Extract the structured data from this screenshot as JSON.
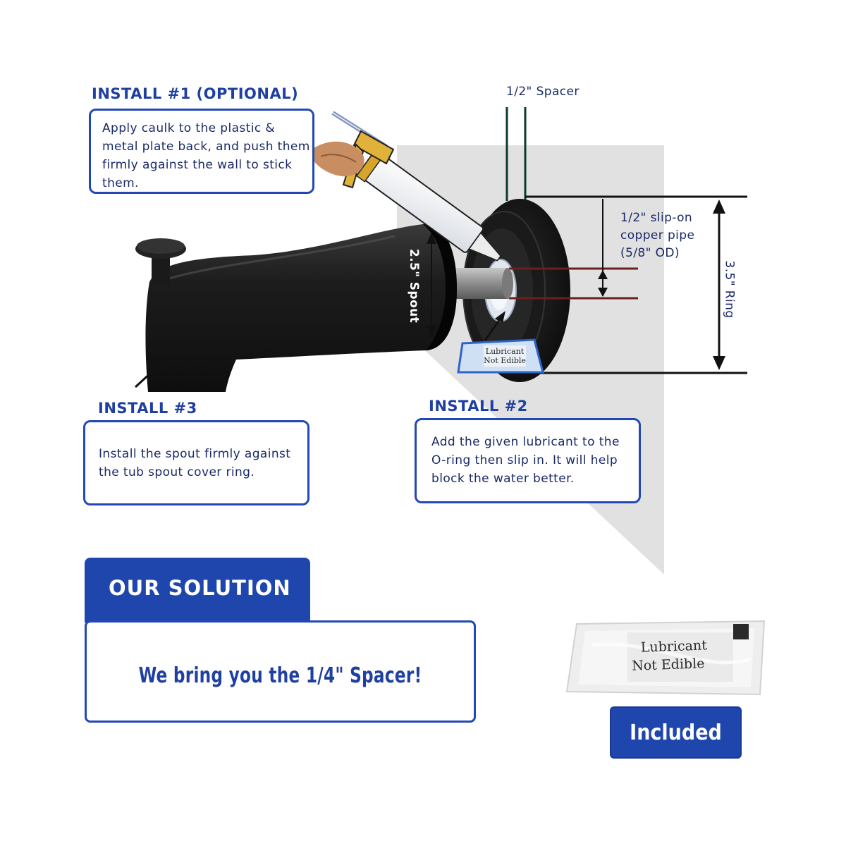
{
  "install1": {
    "heading": "INSTALL #1 (OPTIONAL)",
    "lines": [
      "Apply caulk to the plastic &",
      "metal plate back, and push them",
      "firmly against the wall to stick",
      "them."
    ]
  },
  "install2": {
    "heading": "INSTALL #2",
    "lines": [
      "Add the given lubricant to the",
      "O-ring then slip in. It will help",
      "block the water better."
    ]
  },
  "install3": {
    "heading": "INSTALL #3",
    "lines": [
      "Install the spout firmly against",
      "the tub spout cover ring."
    ]
  },
  "dimensions": {
    "spacer": "1/2\" Spacer",
    "pipe_lines": [
      "1/2\" slip-on",
      "copper pipe",
      "(5/8\" OD)"
    ],
    "ring": "3.5\" Ring",
    "spout": "2.5\" Spout"
  },
  "packet": {
    "line1": "Lubricant",
    "line2": "Not Edible"
  },
  "solution": {
    "tab": "OUR SOLUTION",
    "text": "We bring you the 1/4\" Spacer!"
  },
  "included_label": "Included",
  "colors": {
    "brand_blue": "#1f46ad",
    "border_blue": "#2348b5",
    "text_navy": "#1a2a66",
    "spout_black": "#1b1b1b",
    "pipe_red": "#6b1f1f"
  }
}
